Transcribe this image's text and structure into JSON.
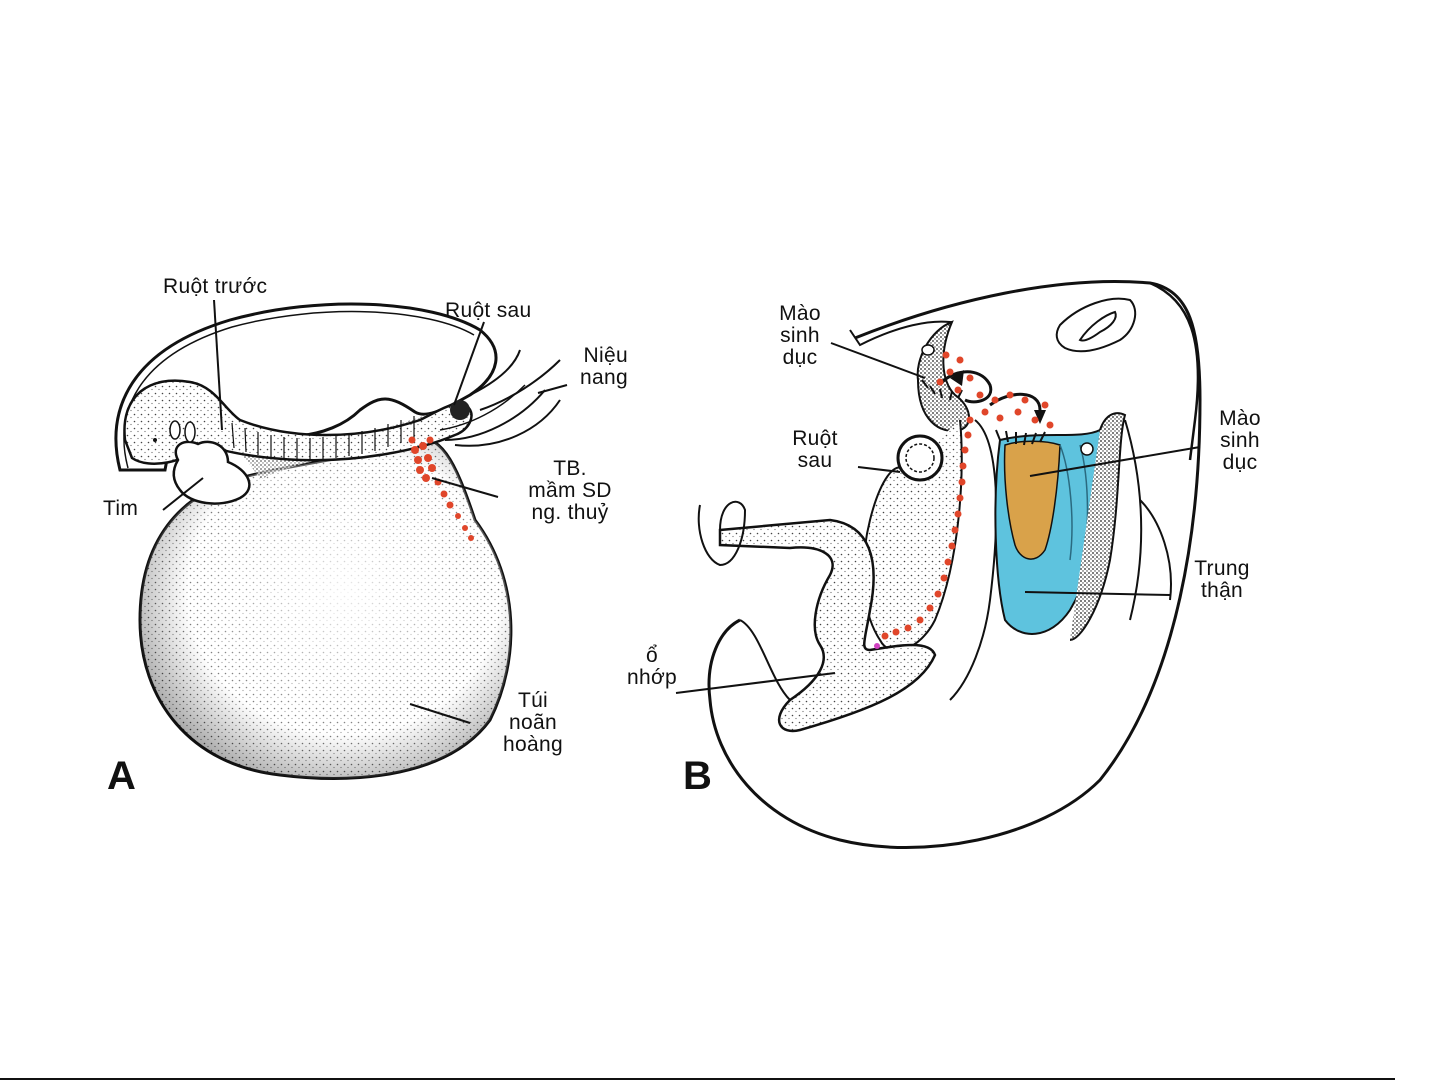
{
  "figure": {
    "panels": [
      {
        "id": "A",
        "letter": "A",
        "labels": {
          "ruot_truoc": "Ruột trước",
          "ruot_sau": "Ruột sau",
          "nieu_nang": [
            "Niệu",
            "nang"
          ],
          "tb_mam_sd": [
            "TB.",
            "mầm SD",
            "ng. thuỷ"
          ],
          "tim": "Tim",
          "tui_noan_hoang": [
            "Túi",
            "noãn",
            "hoàng"
          ]
        }
      },
      {
        "id": "B",
        "letter": "B",
        "labels": {
          "mao_sinh_duc_left": [
            "Mào",
            "sinh",
            "dục"
          ],
          "ruot_sau": [
            "Ruột",
            "sau"
          ],
          "mao_sinh_duc_right": [
            "Mào",
            "sinh",
            "dục"
          ],
          "trung_than": [
            "Trung",
            "thận"
          ],
          "o_nhop": [
            "ổ",
            "nhớp"
          ]
        }
      }
    ],
    "colors": {
      "germ_cells": "#e0462a",
      "gonad_ridge": "#d9a24a",
      "mesonephros": "#5ec3de",
      "ink": "#111111"
    }
  }
}
